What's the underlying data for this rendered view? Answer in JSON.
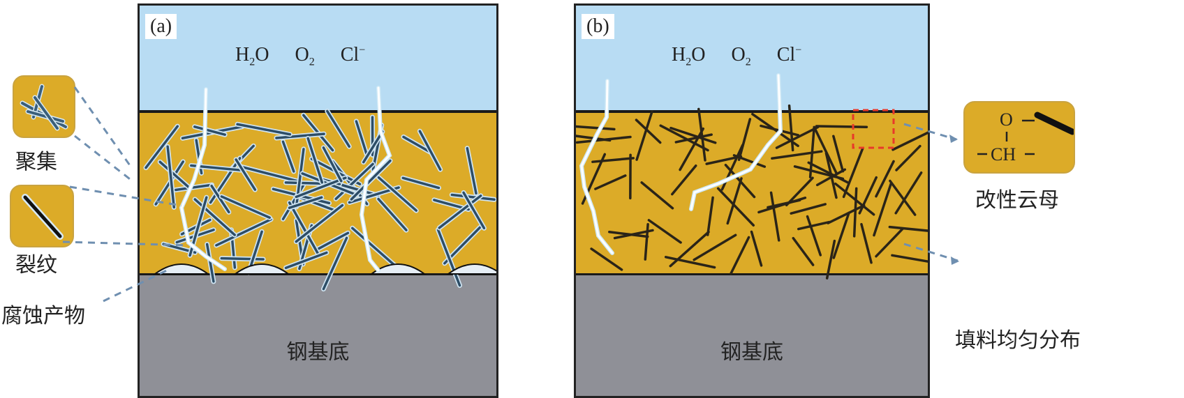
{
  "panel_a": {
    "label": "(a)",
    "ions": {
      "h2o": "H",
      "h2o_sub": "2",
      "h2o_tail": "O",
      "o2": "O",
      "o2_sub": "2",
      "cl": "Cl",
      "cl_sup": "−"
    },
    "substrate": "钢基底"
  },
  "panel_b": {
    "label": "(b)",
    "ions": {
      "h2o": "H",
      "h2o_sub": "2",
      "h2o_tail": "O",
      "o2": "O",
      "o2_sub": "2",
      "cl": "Cl",
      "cl_sup": "−"
    },
    "substrate": "钢基底"
  },
  "left_labels": {
    "aggregation": "聚集",
    "crack": "裂纹",
    "corrosion_products": "腐蚀产物"
  },
  "right_labels": {
    "modified_mica": "改性云母",
    "uniform_filler": "填料均匀分布"
  },
  "inset_chem": {
    "o": "O",
    "ch": "CH"
  },
  "colors": {
    "water": "#b8dcf3",
    "coating": "#dcab28",
    "steel": "#8f9097",
    "leader": "#6f8fb0",
    "highlight": "#e8392a"
  }
}
